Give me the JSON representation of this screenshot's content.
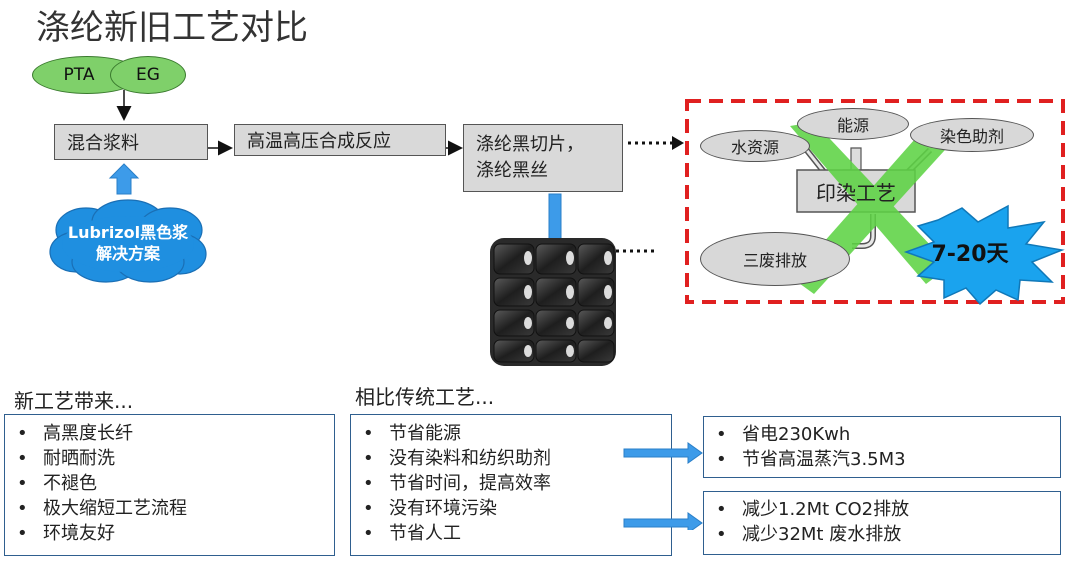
{
  "title": "涤纶新旧工艺对比",
  "inputs": {
    "pta": "PTA",
    "eg": "EG"
  },
  "flow": {
    "step1": "混合浆料",
    "step2": "高温高压合成反应",
    "step3_line1": "涤纶黑切片，",
    "step3_line2": "涤纶黑丝"
  },
  "solution": {
    "line1": "Lubrizol黑色浆",
    "line2": "解决方案"
  },
  "old_process": {
    "water": "水资源",
    "energy": "能源",
    "auxiliaries": "染色助剂",
    "dyeing": "印染工艺",
    "waste": "三废排放",
    "duration": "7-20天"
  },
  "benefits": {
    "heading": "新工艺带来...",
    "items": [
      "高黑度长纤",
      "耐晒耐洗",
      "不褪色",
      "极大缩短工艺流程",
      "环境友好"
    ]
  },
  "comparison": {
    "heading": "相比传统工艺...",
    "items": [
      "节省能源",
      "没有染料和纺织助剂",
      "节省时间，提高效率",
      "没有环境污染",
      "节省人工"
    ]
  },
  "savings": {
    "items": [
      "省电230Kwh",
      "节省高温蒸汽3.5M3"
    ]
  },
  "reductions": {
    "items": [
      "减少1.2Mt CO2排放",
      "减少32Mt 废水排放"
    ]
  },
  "bullet": "•",
  "colors": {
    "green": "#7fd06a",
    "red_dash": "#e02020",
    "blue_arrow": "#3d9be9",
    "grey_box": "#d9d9d9",
    "star": "#1aa3ee",
    "panel_border": "#2f5f8f"
  }
}
